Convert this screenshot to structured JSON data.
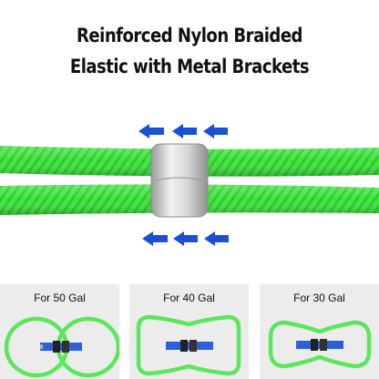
{
  "headline": {
    "line1": "Reinforced Nylon Braided",
    "line2": "Elastic with Metal Brackets"
  },
  "colors": {
    "cord_green": "#3ee63e",
    "cord_dark": "#1fa11f",
    "bracket_silver": "#cfcfcf",
    "arrow_blue": "#1a4fd6",
    "panel_bg": "#ececec"
  },
  "icons": {
    "compress_arrows": "left-pointing-arrow-icon",
    "bracket": "metal-bracket-icon"
  },
  "configurations": [
    {
      "label": "For 50 Gal"
    },
    {
      "label": "For 40 Gal"
    },
    {
      "label": "For 30 Gal"
    }
  ]
}
